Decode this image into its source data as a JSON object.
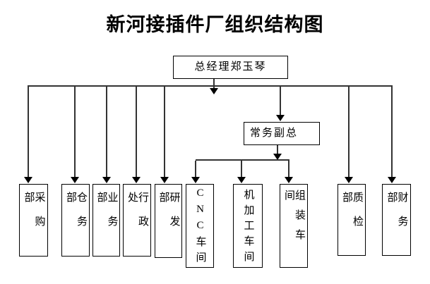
{
  "title": "新河接插件厂组织结构图",
  "org": {
    "root": {
      "label": "总经理郑玉琴"
    },
    "deputy": {
      "label": "常务副总"
    },
    "departments": [
      {
        "label": "采购部"
      },
      {
        "label": "仓务部"
      },
      {
        "label": "业务部"
      },
      {
        "label": "行政处"
      },
      {
        "label": "研发部"
      },
      {
        "label": "质检部"
      },
      {
        "label": "财务部"
      }
    ],
    "workshops": [
      {
        "label": "CNC车间"
      },
      {
        "label": "机加工车间"
      },
      {
        "label": "组装车间"
      }
    ],
    "edges": [
      {
        "from": "总经理郑玉琴",
        "to": "采购部"
      },
      {
        "from": "总经理郑玉琴",
        "to": "仓务部"
      },
      {
        "from": "总经理郑玉琴",
        "to": "业务部"
      },
      {
        "from": "总经理郑玉琴",
        "to": "行政处"
      },
      {
        "from": "总经理郑玉琴",
        "to": "研发部"
      },
      {
        "from": "总经理郑玉琴",
        "to": "常务副总"
      },
      {
        "from": "总经理郑玉琴",
        "to": "质检部"
      },
      {
        "from": "总经理郑玉琴",
        "to": "财务部"
      },
      {
        "from": "常务副总",
        "to": "CNC车间"
      },
      {
        "from": "常务副总",
        "to": "机加工车间"
      },
      {
        "from": "常务副总",
        "to": "组装车间"
      }
    ]
  },
  "colors": {
    "background": "#ffffff",
    "box_border": "#000000",
    "line": "#333333",
    "text": "#000000"
  }
}
